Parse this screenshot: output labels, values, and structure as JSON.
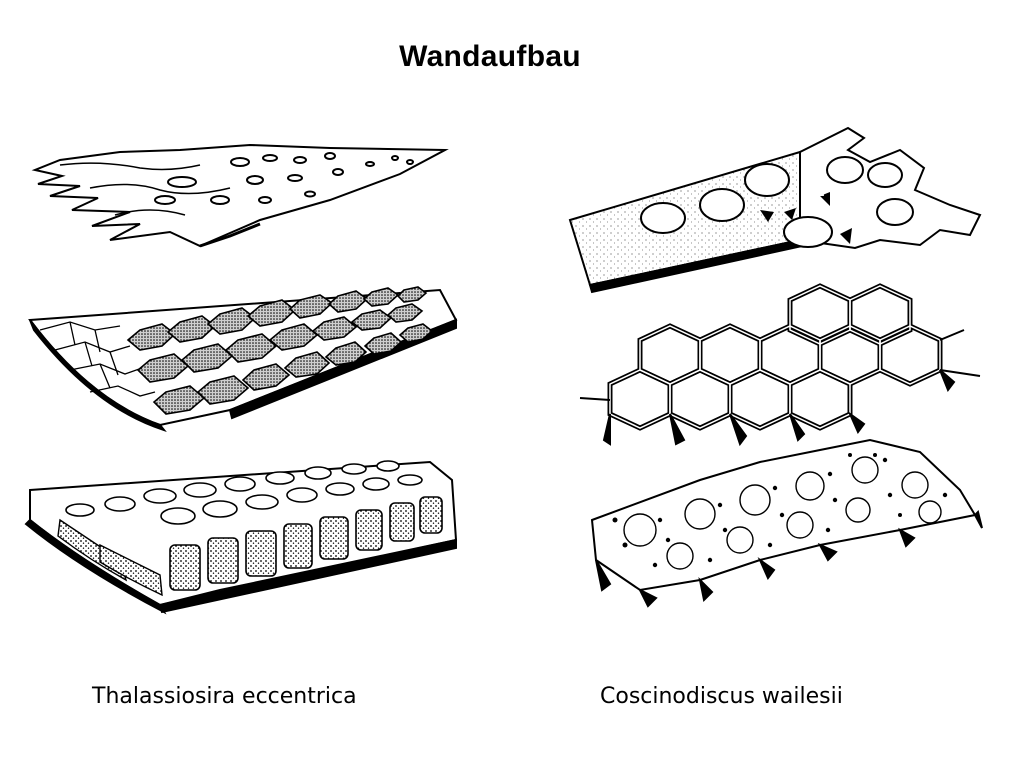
{
  "title": "Wandaufbau",
  "columns": [
    {
      "label": "Thalassiosira eccentrica",
      "layers": [
        "thin perforated plate",
        "hexagonal areolae with sieve plates",
        "thick chambered wall"
      ]
    },
    {
      "label": "Coscinodiscus wailesii",
      "layers": [
        "plate with large pores",
        "hexagonal framework",
        "finely perforated cribra"
      ]
    }
  ],
  "colors": {
    "ink": "#000000",
    "paper": "#ffffff",
    "shade": "#777777"
  }
}
